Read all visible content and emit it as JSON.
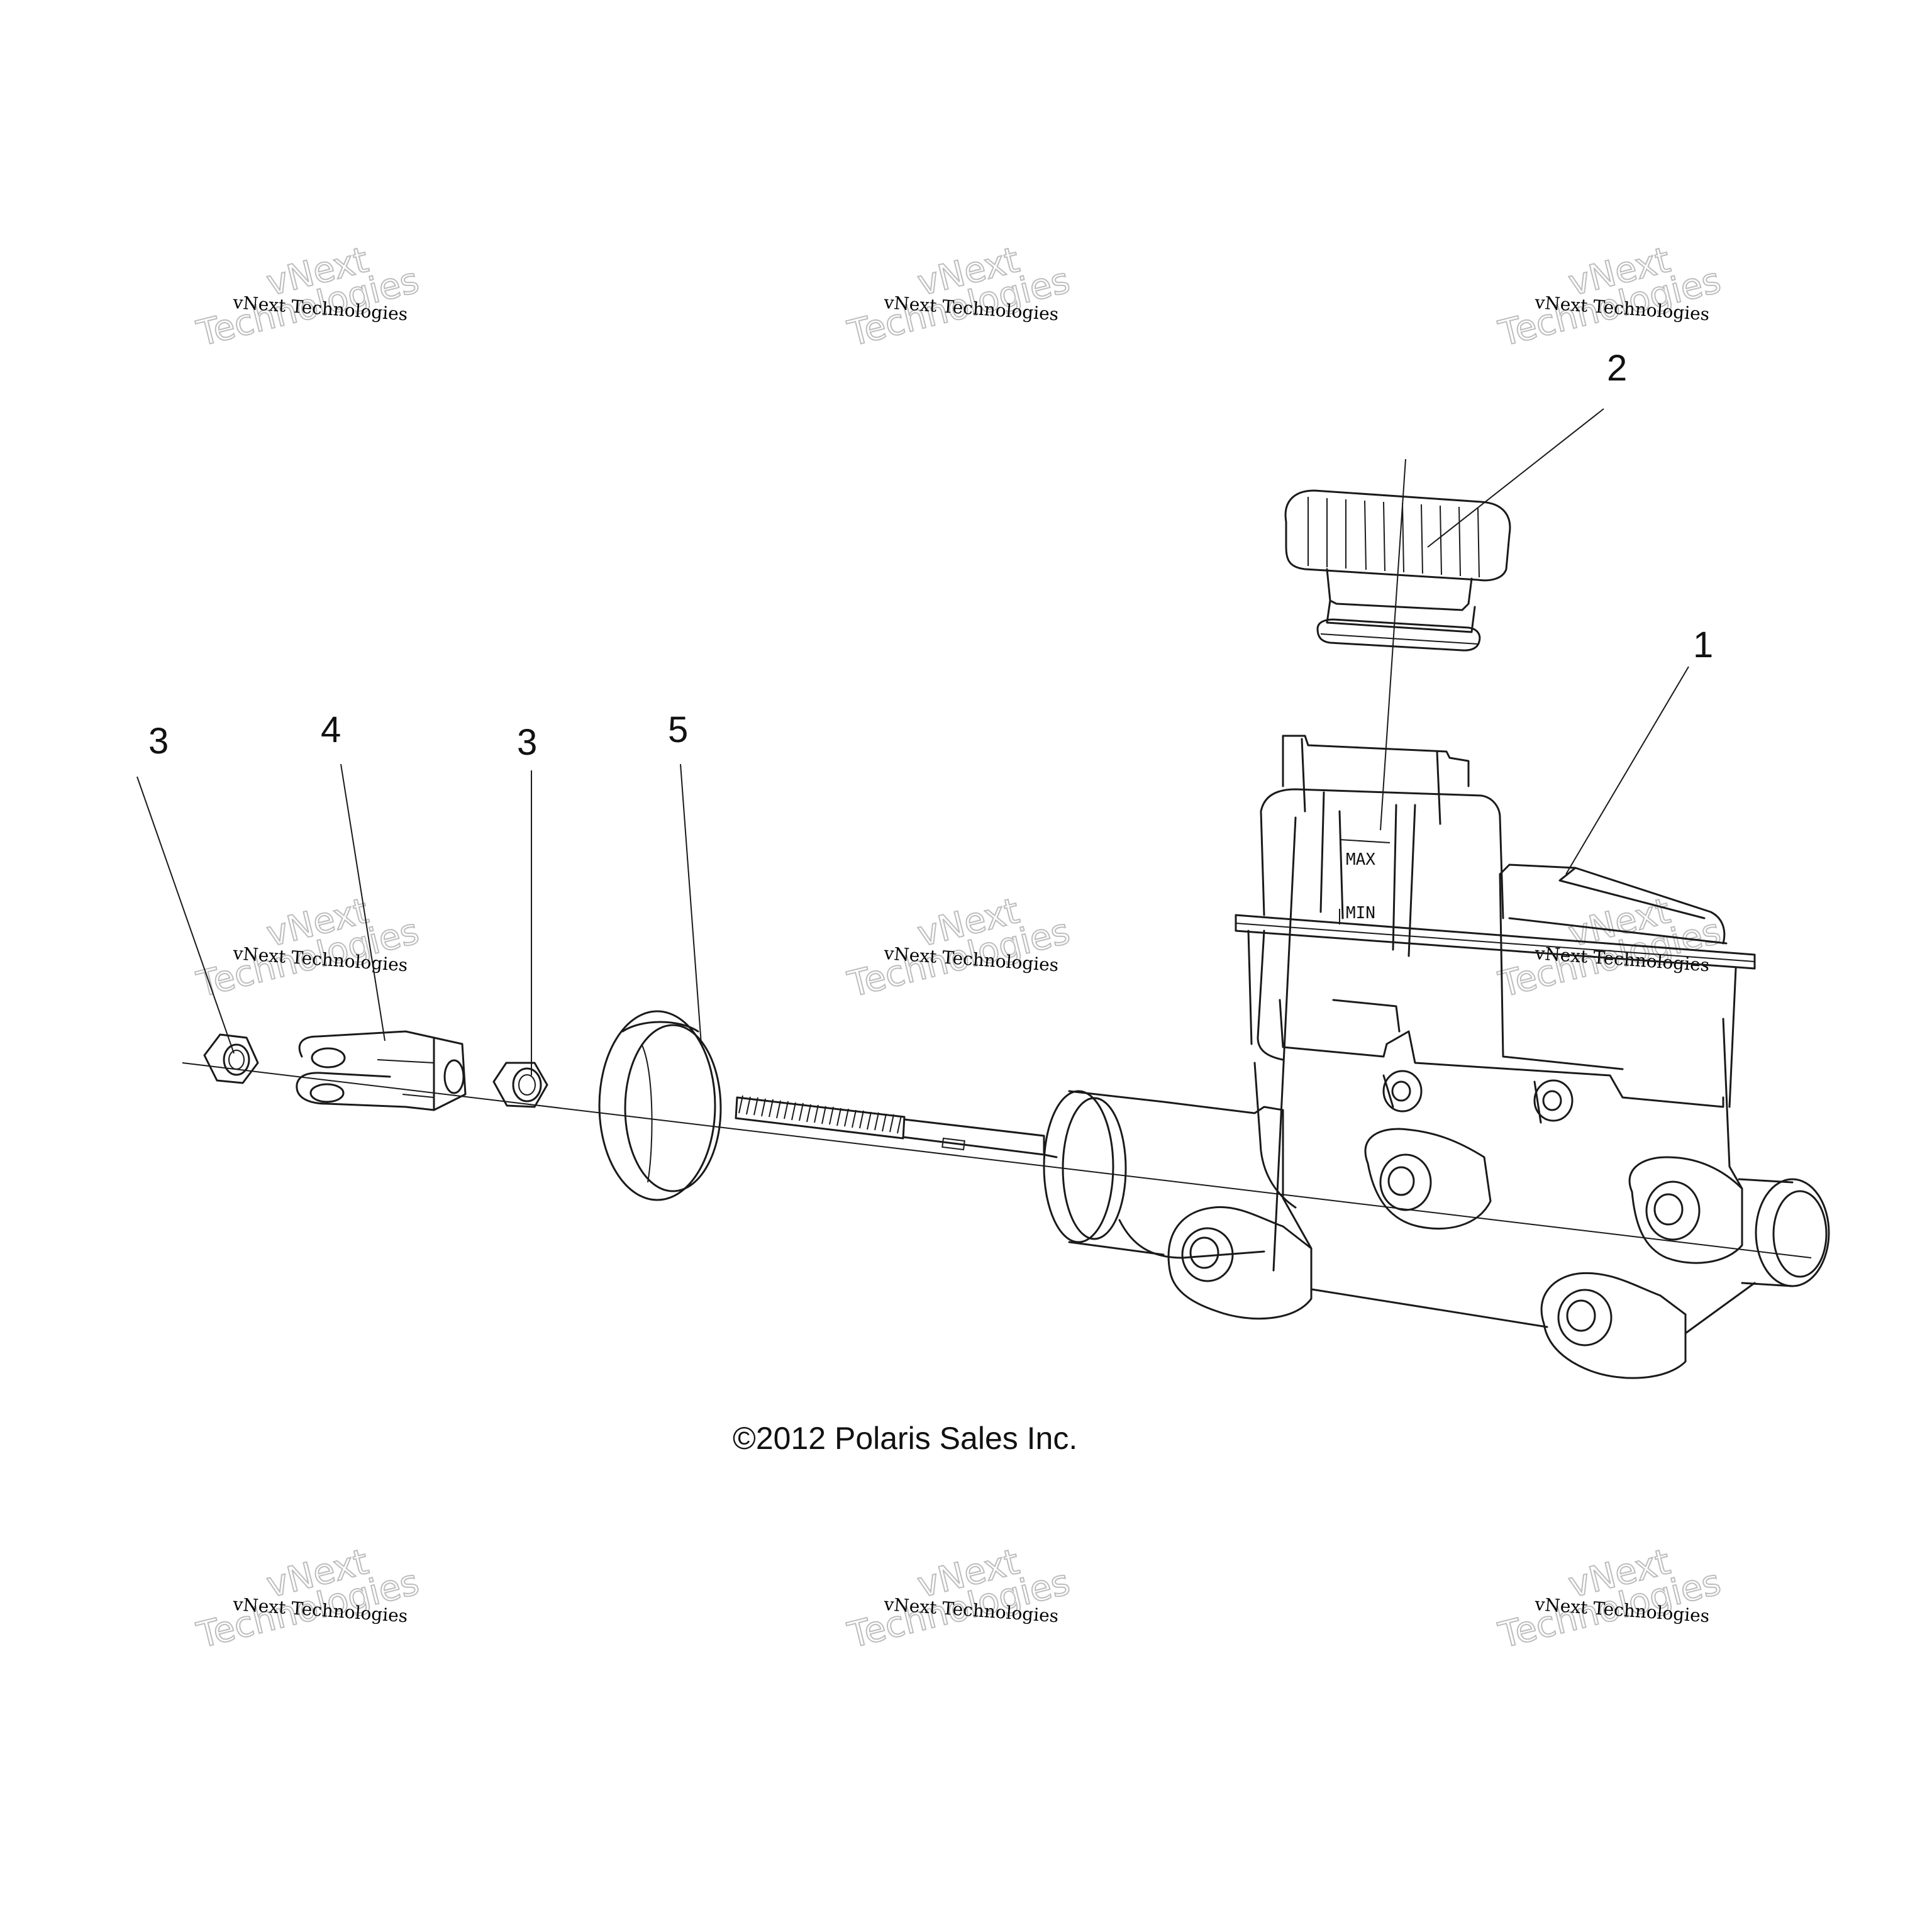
{
  "watermark": {
    "line1": "vNext Technologies",
    "line2_big": "vNext",
    "line3_big": "Technologies"
  },
  "callouts": [
    {
      "label": "1"
    },
    {
      "label": "2"
    },
    {
      "label": "3"
    },
    {
      "label": "4"
    },
    {
      "label": "3"
    },
    {
      "label": "5"
    }
  ],
  "reservoir": {
    "max_label": "MAX",
    "min_label": "MIN"
  },
  "copyright": "©2012 Polaris Sales Inc."
}
